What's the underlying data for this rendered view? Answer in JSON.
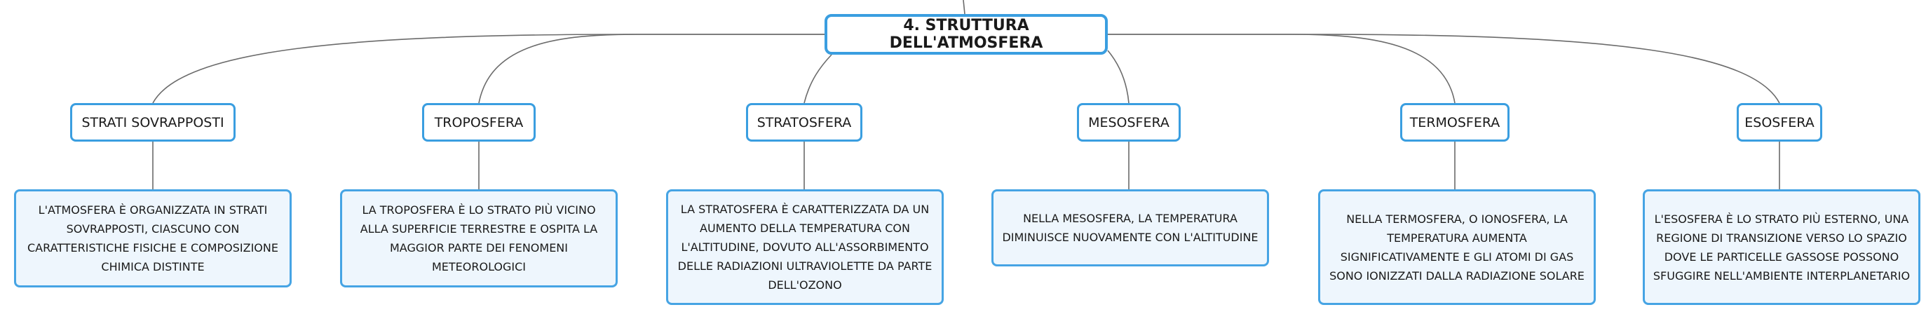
{
  "root": {
    "label": "4. STRUTTURA DELL'ATMOSFERA"
  },
  "topics": [
    {
      "label": "STRATI SOVRAPPOSTI",
      "description": "L'ATMOSFERA È ORGANIZZATA IN STRATI SOVRAPPOSTI, CIASCUNO CON CARATTERISTICHE FISICHE E COMPOSIZIONE CHIMICA DISTINTE"
    },
    {
      "label": "TROPOSFERA",
      "description": "LA TROPOSFERA È LO STRATO PIÙ VICINO ALLA SUPERFICIE TERRESTRE E OSPITA LA MAGGIOR PARTE DEI FENOMENI METEOROLOGICI"
    },
    {
      "label": "STRATOSFERA",
      "description": "LA STRATOSFERA È CARATTERIZZATA DA UN AUMENTO DELLA TEMPERATURA CON L'ALTITUDINE, DOVUTO ALL'ASSORBIMENTO DELLE RADIAZIONI ULTRAVIOLETTE DA PARTE DELL'OZONO"
    },
    {
      "label": "MESOSFERA",
      "description": "NELLA MESOSFERA, LA TEMPERATURA DIMINUISCE NUOVAMENTE CON L'ALTITUDINE"
    },
    {
      "label": "TERMOSFERA",
      "description": "NELLA TERMOSFERA, O IONOSFERA, LA TEMPERATURA AUMENTA SIGNIFICATIVAMENTE E GLI ATOMI DI GAS SONO IONIZZATI DALLA RADIAZIONE SOLARE"
    },
    {
      "label": "ESOSFERA",
      "description": "L'ESOSFERA È LO STRATO PIÙ ESTERNO, UNA REGIONE DI TRANSIZIONE VERSO LO SPAZIO DOVE LE PARTICELLE GASSOSE POSSONO SFUGGIRE NELL'AMBIENTE INTERPLANETARIO"
    }
  ]
}
